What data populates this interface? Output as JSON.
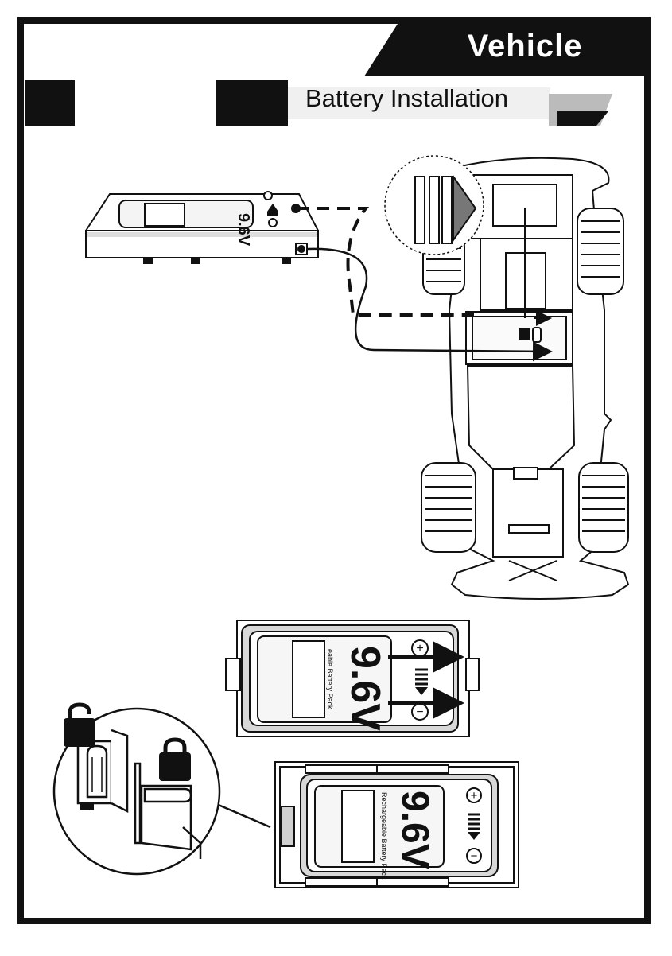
{
  "header": {
    "section": "Vehicle",
    "title": "Battery Installation"
  },
  "battery_pack": {
    "voltage": "9.6V",
    "label": "Rechargeable Battery Pack",
    "label_partial": "eable Battery Pack",
    "plus": "+",
    "minus": "−"
  },
  "colors": {
    "ink": "#111111",
    "paper": "#ffffff",
    "gray": "#8a8a8a",
    "lightgray": "#d8d8d8"
  },
  "icons": [
    "lock-open-icon",
    "lock-closed-icon",
    "arrow-right-icon"
  ]
}
